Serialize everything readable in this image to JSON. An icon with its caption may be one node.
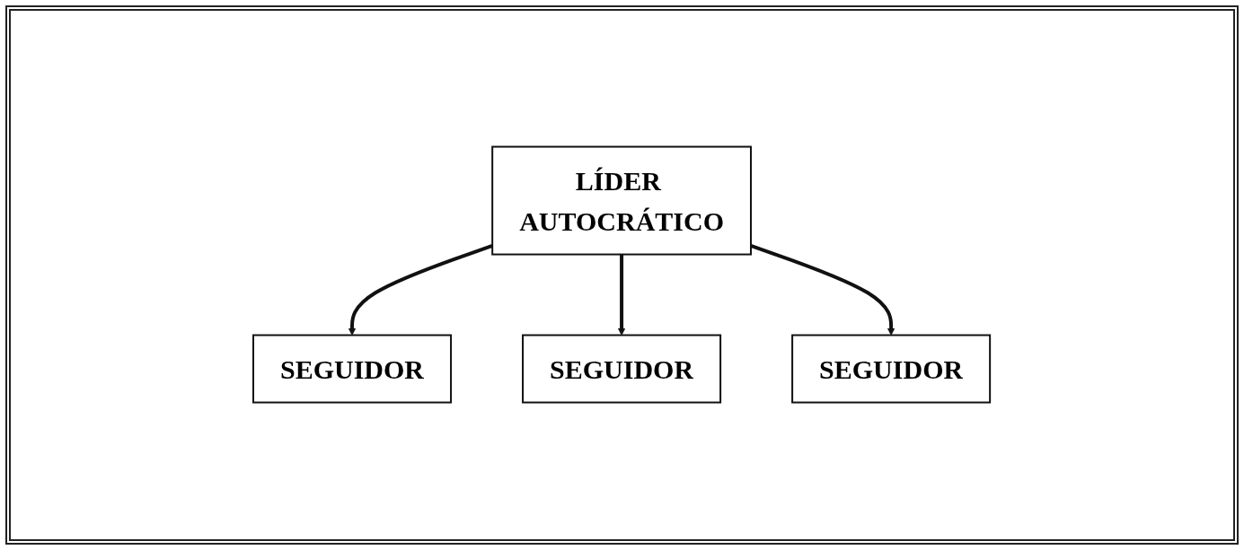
{
  "diagram": {
    "nodes": [
      {
        "text": [
          "LÍDER AUTOCRÁTICO"
        ]
      },
      {
        "text": [
          "SEGUIDOR"
        ]
      },
      {
        "text": [
          "SEGUIDOR"
        ]
      },
      {
        "text": [
          "SEGUIDOR"
        ]
      }
    ],
    "edges": [
      {
        "from": 0,
        "to": 1,
        "arrow": "to"
      },
      {
        "from": 0,
        "to": 2,
        "arrow": "to"
      },
      {
        "from": 0,
        "to": 3,
        "arrow": "to"
      }
    ]
  }
}
